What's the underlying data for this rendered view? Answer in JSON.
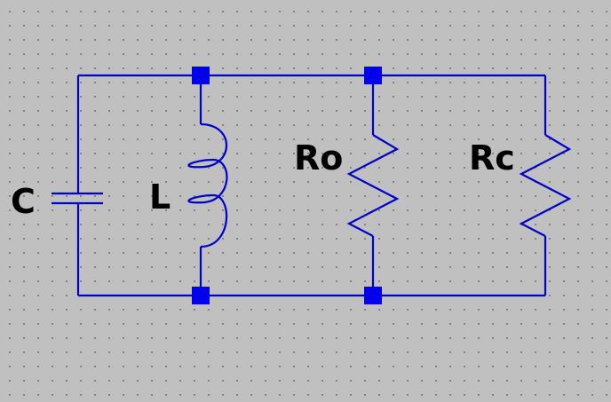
{
  "schematic": {
    "wire_color": "#0000cc",
    "node_color": "#0000ee",
    "background_color": "#c0c0c0",
    "grid_dot_color": "#7a7a7a",
    "components": [
      {
        "ref": "C",
        "type": "capacitor"
      },
      {
        "ref": "L",
        "type": "inductor"
      },
      {
        "ref": "Ro",
        "type": "resistor"
      },
      {
        "ref": "Rc",
        "type": "resistor"
      }
    ],
    "labels": {
      "capacitor": "C",
      "inductor": "L",
      "resistor_o": "Ro",
      "resistor_c": "Rc"
    }
  }
}
